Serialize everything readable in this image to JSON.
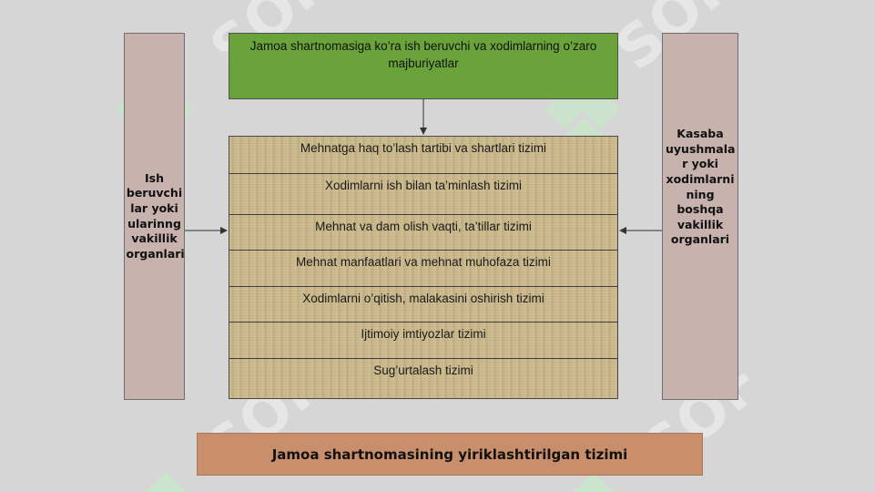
{
  "diagram": {
    "top_box": {
      "text": "Jamoa shartnomasiga ko’ra ish beruvchi va xodimlarning o’zaro majburiyatlar"
    },
    "left_box": {
      "text": "Ish beruvchi lar yoki ularinng vakillik organlari"
    },
    "right_box": {
      "text": "Kasaba uyushmala r yoki xodimlarni ning boshqa vakillik organlari"
    },
    "rows": [
      "Mehnatga haq to’lash tartibi va shartlari tizimi",
      "Xodimlarni ish bilan ta’minlash tizimi",
      "Mehnat va dam olish vaqti, ta’tillar tizimi",
      "Mehnat manfaatlari va mehnat muhofaza tizimi",
      "Xodimlarni o’qitish, malakasini oshirish tizimi",
      "Ijtimoiy imtiyozlar tizimi",
      "Sug’urtalash tizimi"
    ],
    "bottom_box": {
      "text": "Jamoa shartnomasining yiriklashtirilgan tizimi"
    }
  },
  "colors": {
    "background": "#d6d6d6",
    "top_box": "#6aa33a",
    "side_boxes": "#c7b2ad",
    "rows": "#cdbb8e",
    "bottom_box": "#c98f6c"
  }
}
